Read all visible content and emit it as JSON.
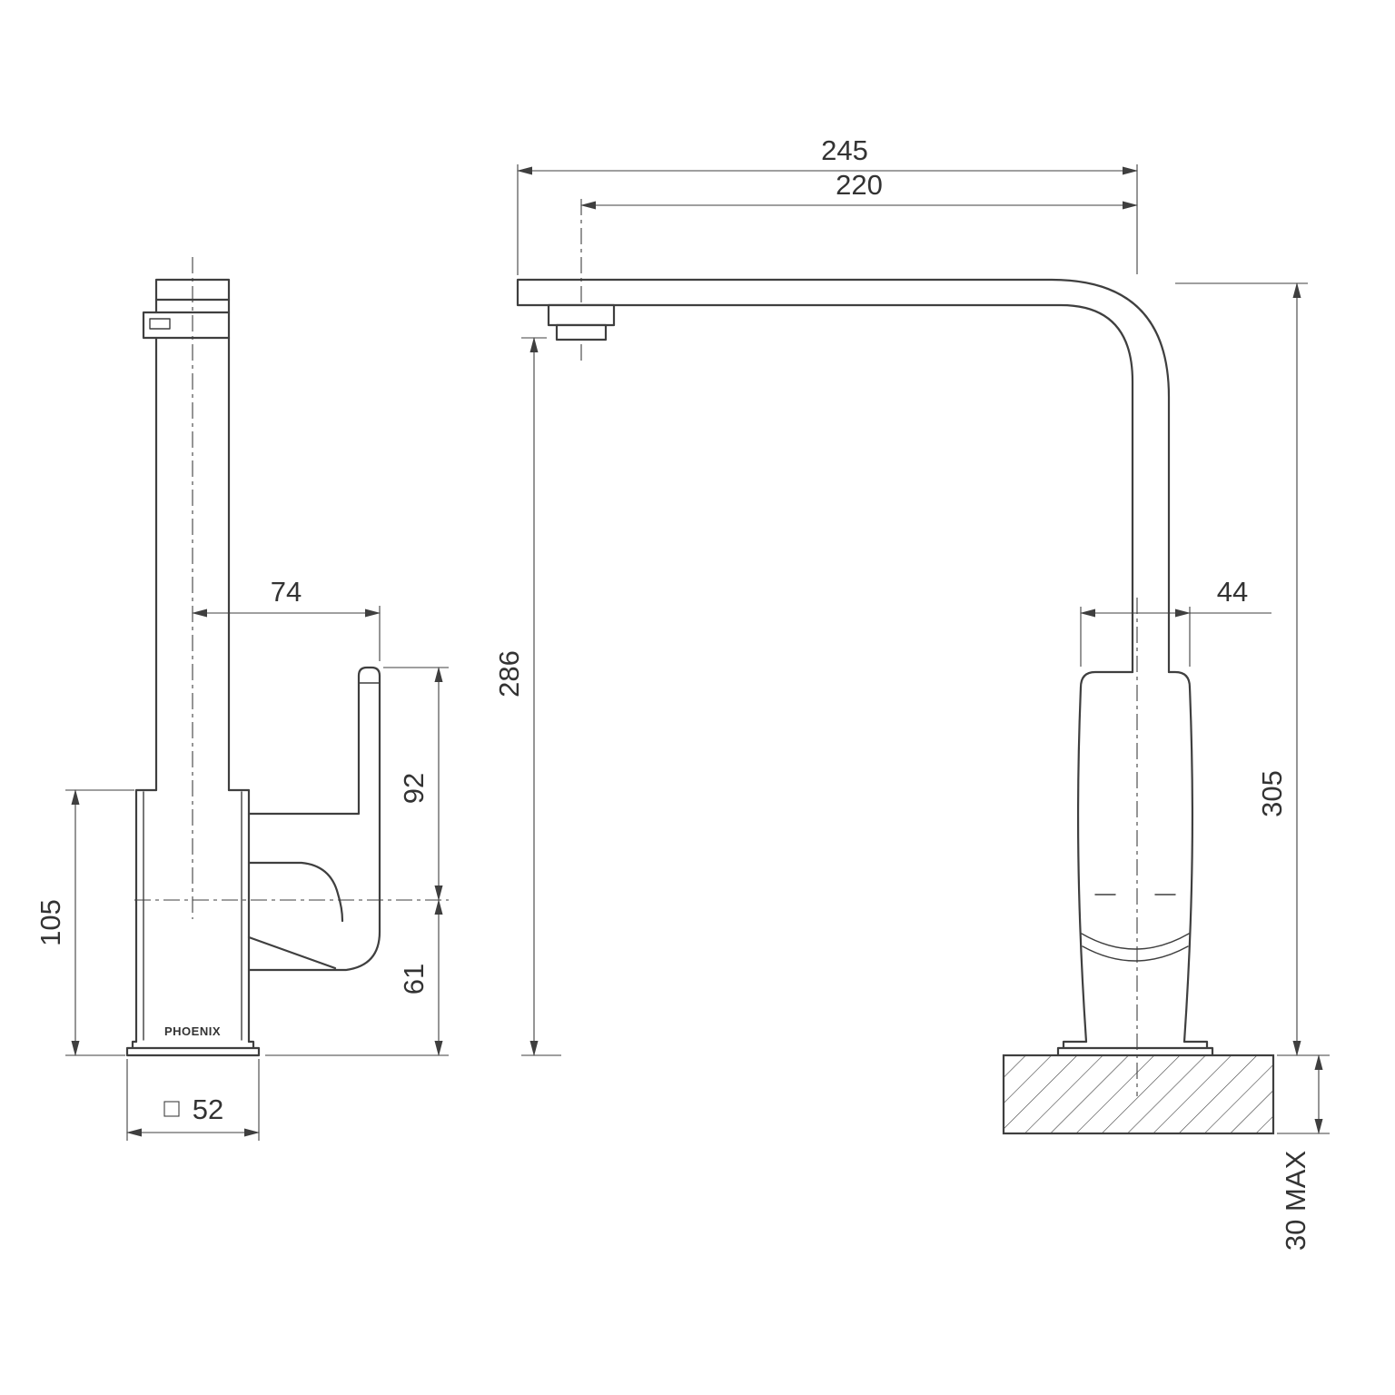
{
  "page": {
    "background": "#ffffff",
    "line_color": "#3f3f3f"
  },
  "drawing": {
    "brand": "PHOENIX",
    "front_view": {
      "spout_offset": "74",
      "handle_top_to_axis": "92",
      "body_height": "105",
      "axis_to_bench": "61",
      "base_width": "52"
    },
    "side_view": {
      "overall_reach": "245",
      "spout_reach": "220",
      "outlet_clearance": "286",
      "body_width": "44",
      "overall_height": "305",
      "bench_thickness_max": "30 MAX"
    }
  }
}
